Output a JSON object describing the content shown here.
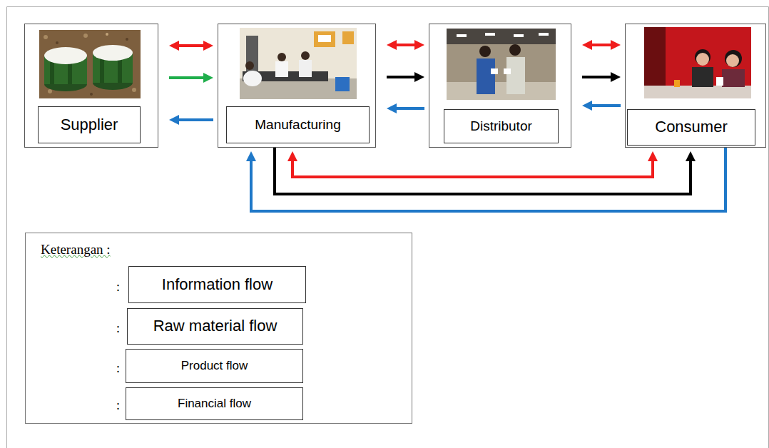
{
  "diagram": {
    "nodes": [
      {
        "text": [
          "Supplier"
        ]
      },
      {
        "text": [
          "Manufacturing"
        ]
      },
      {
        "text": [
          "Distributor"
        ]
      },
      {
        "text": [
          "Consumer"
        ]
      }
    ],
    "edges": [
      {
        "from": 0,
        "to": 1,
        "arrow": "both"
      },
      {
        "from": 0,
        "to": 1,
        "arrow": "to"
      },
      {
        "from": 1,
        "to": 0,
        "arrow": "to"
      },
      {
        "from": 1,
        "to": 2,
        "arrow": "both"
      },
      {
        "from": 1,
        "to": 2,
        "arrow": "to"
      },
      {
        "from": 2,
        "to": 1,
        "arrow": "to"
      },
      {
        "from": 2,
        "to": 3,
        "arrow": "both"
      },
      {
        "from": 2,
        "to": 3,
        "arrow": "to"
      },
      {
        "from": 3,
        "to": 2,
        "arrow": "to"
      },
      {
        "from": 1,
        "to": 3,
        "arrow": "both"
      },
      {
        "from": 1,
        "to": 3,
        "arrow": "to"
      },
      {
        "from": 3,
        "to": 1,
        "arrow": "to"
      }
    ],
    "labels": [
      "Keterangan :",
      ":",
      ":",
      ":",
      ":"
    ],
    "legend": [
      {
        "text": "Information flow"
      },
      {
        "text": "Raw material flow"
      },
      {
        "text": "Product flow"
      },
      {
        "text": "Financial flow"
      }
    ]
  }
}
